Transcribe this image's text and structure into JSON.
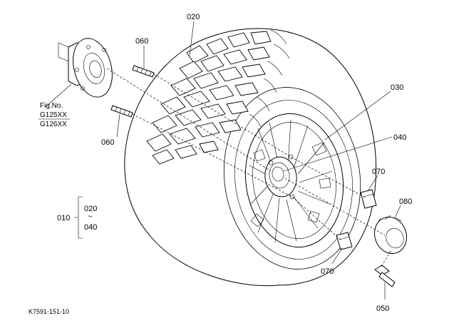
{
  "diagram": {
    "labels": {
      "p020": "020",
      "p030": "030",
      "p040": "040",
      "p050": "050",
      "p060_top": "060",
      "p060_bottom": "060",
      "p070_right": "070",
      "p070_bottom": "070",
      "p080": "080",
      "assembly_id": "010",
      "range_start": "020",
      "range_tilde": "~",
      "range_end": "040"
    },
    "fig_note": {
      "title": "Fig.No.",
      "line1": "G125XX",
      "line2": "G126XX"
    },
    "footer_code": "K7591-151-10"
  }
}
